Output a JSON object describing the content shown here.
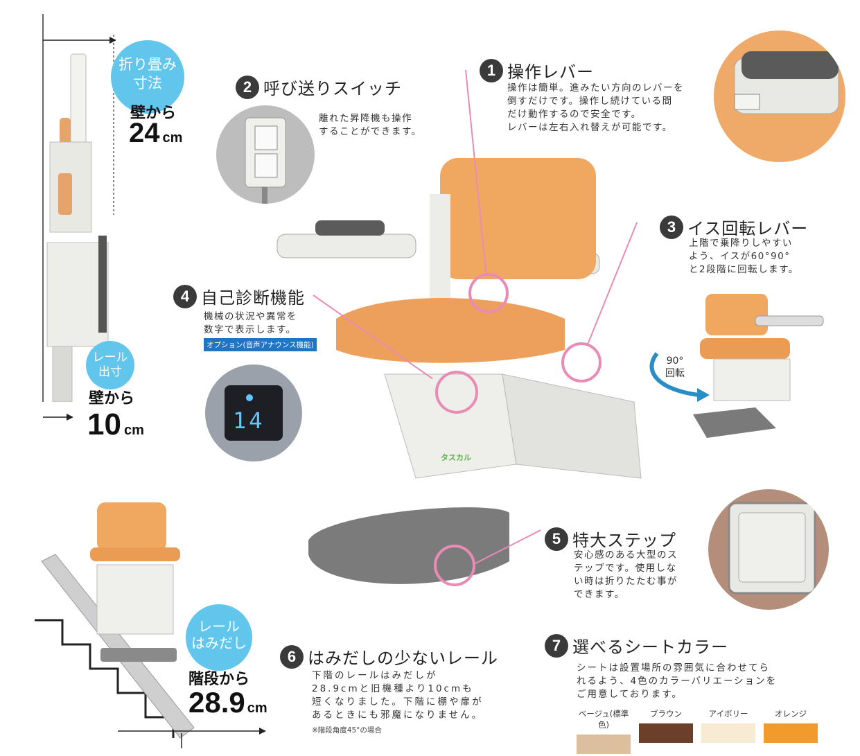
{
  "left_panel": {
    "folding_bubble": "折り畳み\n寸法",
    "folding_from_wall": "壁から",
    "folding_value": "24",
    "folding_unit": "cm",
    "rail_bubble": "レール\n出寸",
    "rail_from_wall": "壁から",
    "rail_value": "10",
    "rail_unit": "cm"
  },
  "bottom_left": {
    "bubble": "レール\nはみだし",
    "from_stairs": "階段から",
    "value": "28.9",
    "unit": "cm"
  },
  "features": [
    {
      "num": "1",
      "title": "操作レバー",
      "desc": "操作は簡単。進みたい方向のレバーを\n倒すだけです。操作し続けている間\nだけ動作するので安全です。\nレバーは左右入れ替えが可能です。"
    },
    {
      "num": "2",
      "title": "呼び送りスイッチ",
      "desc": "離れた昇降機も操作\nすることができます。"
    },
    {
      "num": "3",
      "title": "イス回転レバー",
      "desc": "上階で乗降りしやすい\nよう、イスが60°90°\nと2段階に回転します。"
    },
    {
      "num": "4",
      "title": "自己診断機能",
      "desc": "機械の状況や異常を\n数字で表示します。",
      "badge": "オプション(音声アナウンス機能)"
    },
    {
      "num": "5",
      "title": "特大ステップ",
      "desc": "安心感のある大型のス\nテップです。使用しな\nい時は折りたたむ事が\nできます。"
    },
    {
      "num": "6",
      "title": "はみだしの少ないレール",
      "desc": "下階のレールはみだしが\n28.9cmと旧機種より10cmも\n短くなりました。下階に棚や扉が\nあるときにも邪魔になりません。",
      "note": "※階段角度45°の場合"
    },
    {
      "num": "7",
      "title": "選べるシートカラー",
      "desc": "シートは設置場所の雰囲気に合わせてら\nれるよう、4色のカラーバリエーションを\nご用意しております。"
    }
  ],
  "display_digits": "14",
  "rotate_label": "90°\n回転",
  "brand_label": "タスカル",
  "colors": [
    {
      "name": "ベージュ(標準色)",
      "hex": "#dcbf9f"
    },
    {
      "name": "ブラウン",
      "hex": "#6b3f2a"
    },
    {
      "name": "アイボリー",
      "hex": "#f7ecd3"
    },
    {
      "name": "オレンジ",
      "hex": "#f39a2c"
    }
  ]
}
